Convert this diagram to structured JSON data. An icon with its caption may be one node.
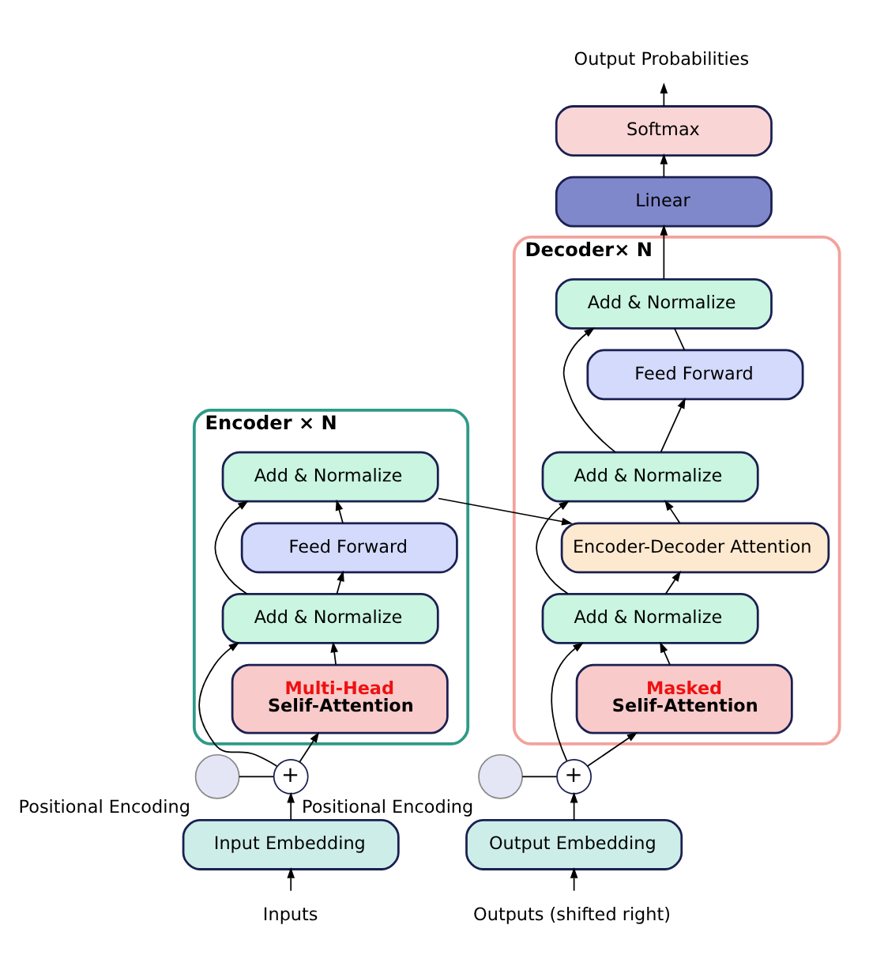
{
  "diagram": {
    "nodes": [
      {
        "text": [
          "Encoder × N"
        ]
      },
      {
        "text": [
          "Add & Normalize"
        ],
        "in": 0
      },
      {
        "text": [
          "Feed Forward"
        ],
        "in": 0
      },
      {
        "text": [
          "Add & Normalize"
        ],
        "in": 0
      },
      {
        "text": [
          "Multi-Head",
          "Selif-Attention"
        ],
        "in": 0
      },
      {
        "text": [],
        "shape": "circle",
        "beside": [
          "Positional Encoding"
        ]
      },
      {
        "text": [
          "+"
        ]
      },
      {
        "text": [
          "Input Embedding"
        ]
      },
      {
        "text": [
          "Inputs"
        ]
      },
      {
        "text": [
          "Decoder× N"
        ]
      },
      {
        "text": [
          "Add & Normalize"
        ],
        "in": 9
      },
      {
        "text": [
          "Feed Forward"
        ],
        "in": 9
      },
      {
        "text": [
          "Add & Normalize"
        ],
        "in": 9
      },
      {
        "text": [
          "Encoder-Decoder Attention"
        ],
        "in": 9
      },
      {
        "text": [
          "Add & Normalize"
        ],
        "in": 9
      },
      {
        "text": [
          "Masked",
          "Selif-Attention"
        ],
        "in": 9
      },
      {
        "text": [
          "+"
        ]
      },
      {
        "text": [],
        "shape": "circle",
        "beside": [
          "Positional Encoding"
        ]
      },
      {
        "text": [
          "Output Embedding"
        ]
      },
      {
        "text": [
          "Outputs (shifted right)"
        ]
      },
      {
        "text": [
          "Linear"
        ]
      },
      {
        "text": [
          "Softmax"
        ]
      },
      {
        "text": [
          "Output Probabilities"
        ]
      }
    ],
    "edges": [
      {
        "from": 8,
        "to": 7,
        "arrow": "to"
      },
      {
        "from": 7,
        "to": 6,
        "arrow": "to"
      },
      {
        "from": 5,
        "to": 6,
        "arrow": "none"
      },
      {
        "from": 6,
        "to": 4,
        "arrow": "to"
      },
      {
        "from": 6,
        "to": 3,
        "arrow": "to"
      },
      {
        "from": 4,
        "to": 3,
        "arrow": "to"
      },
      {
        "from": 3,
        "to": 2,
        "arrow": "to"
      },
      {
        "from": 3,
        "to": 1,
        "arrow": "to"
      },
      {
        "from": 2,
        "to": 1,
        "arrow": "to"
      },
      {
        "from": 1,
        "to": 13,
        "arrow": "to"
      },
      {
        "from": 19,
        "to": 18,
        "arrow": "to"
      },
      {
        "from": 18,
        "to": 16,
        "arrow": "to"
      },
      {
        "from": 17,
        "to": 16,
        "arrow": "none"
      },
      {
        "from": 16,
        "to": 15,
        "arrow": "to"
      },
      {
        "from": 16,
        "to": 14,
        "arrow": "to"
      },
      {
        "from": 15,
        "to": 14,
        "arrow": "to"
      },
      {
        "from": 14,
        "to": 13,
        "arrow": "to"
      },
      {
        "from": 14,
        "to": 12,
        "arrow": "to"
      },
      {
        "from": 13,
        "to": 12,
        "arrow": "to"
      },
      {
        "from": 12,
        "to": 11,
        "arrow": "to"
      },
      {
        "from": 12,
        "to": 10,
        "arrow": "to"
      },
      {
        "from": 11,
        "to": 10,
        "arrow": "none"
      },
      {
        "from": 10,
        "to": 20,
        "arrow": "to"
      },
      {
        "from": 20,
        "to": 21,
        "arrow": "to"
      },
      {
        "from": 21,
        "to": 22,
        "arrow": "to"
      }
    ]
  }
}
